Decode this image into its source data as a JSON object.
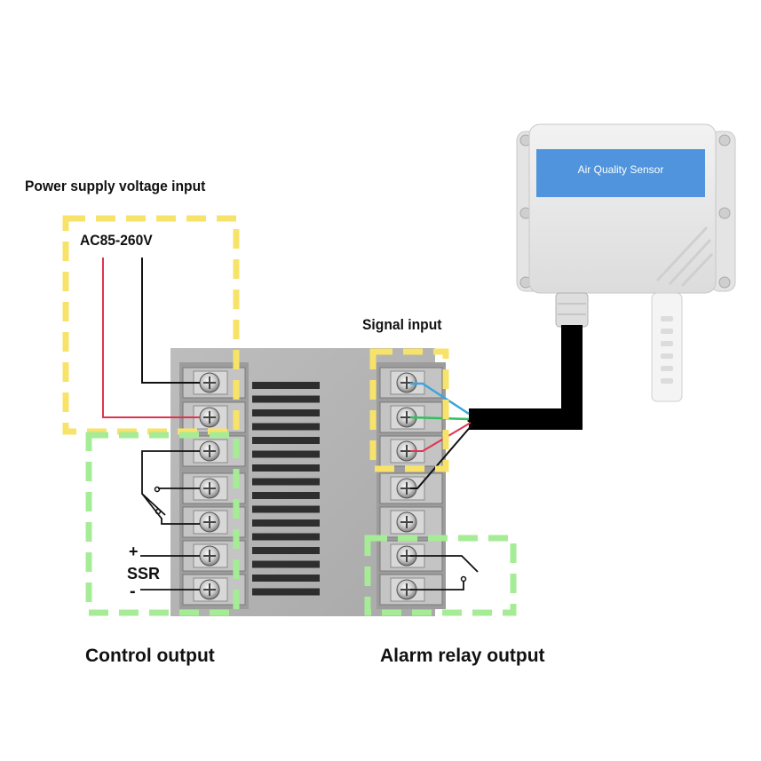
{
  "labels": {
    "power_supply": "Power supply voltage input",
    "voltage": "AC85-260V",
    "signal_input": "Signal input",
    "control_output": "Control output",
    "alarm_relay_output": "Alarm relay output",
    "ssr": "SSR",
    "ssr_plus": "+",
    "ssr_minus": "-"
  },
  "sensor": {
    "label": "Air Quality Sensor"
  },
  "colors": {
    "power_box": "#f8e36a",
    "signal_box": "#f8e36a",
    "control_box": "#a6ec96",
    "alarm_box": "#a6ec96",
    "sensor_label_bg": "#4f94dc",
    "wire_red": "#e0334f",
    "wire_blue": "#3aa6e0",
    "wire_green": "#30c060",
    "wire_black": "#111111",
    "cable": "#000000"
  }
}
